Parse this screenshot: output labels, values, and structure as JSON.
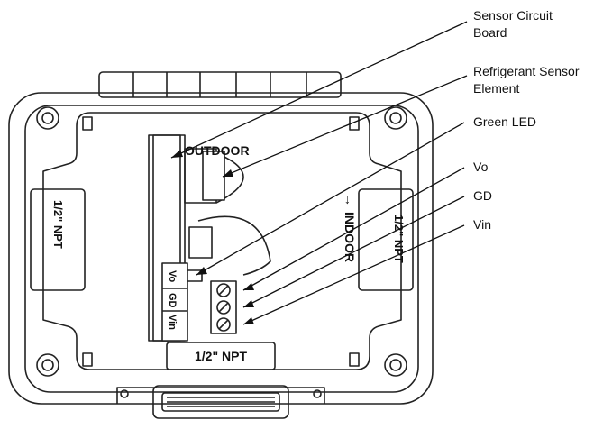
{
  "callouts": {
    "sensor_circuit_board": [
      "Sensor Circuit",
      "Board"
    ],
    "refrigerant_sensor_element": [
      "Refrigerant Sensor",
      "Element"
    ],
    "green_led": "Green LED",
    "vo": "Vo",
    "gd": "GD",
    "vin": "Vin"
  },
  "device_labels": {
    "outdoor": "OUTDOOR",
    "indoor": "INDOOR",
    "indoor_arrow": "→",
    "npt_left": "1/2\" NPT",
    "npt_right": "1/2\" NPT",
    "npt_bottom": "1/2\" NPT",
    "terminal_vo": "Vo",
    "terminal_gd": "GD",
    "terminal_vin": "Vin"
  }
}
